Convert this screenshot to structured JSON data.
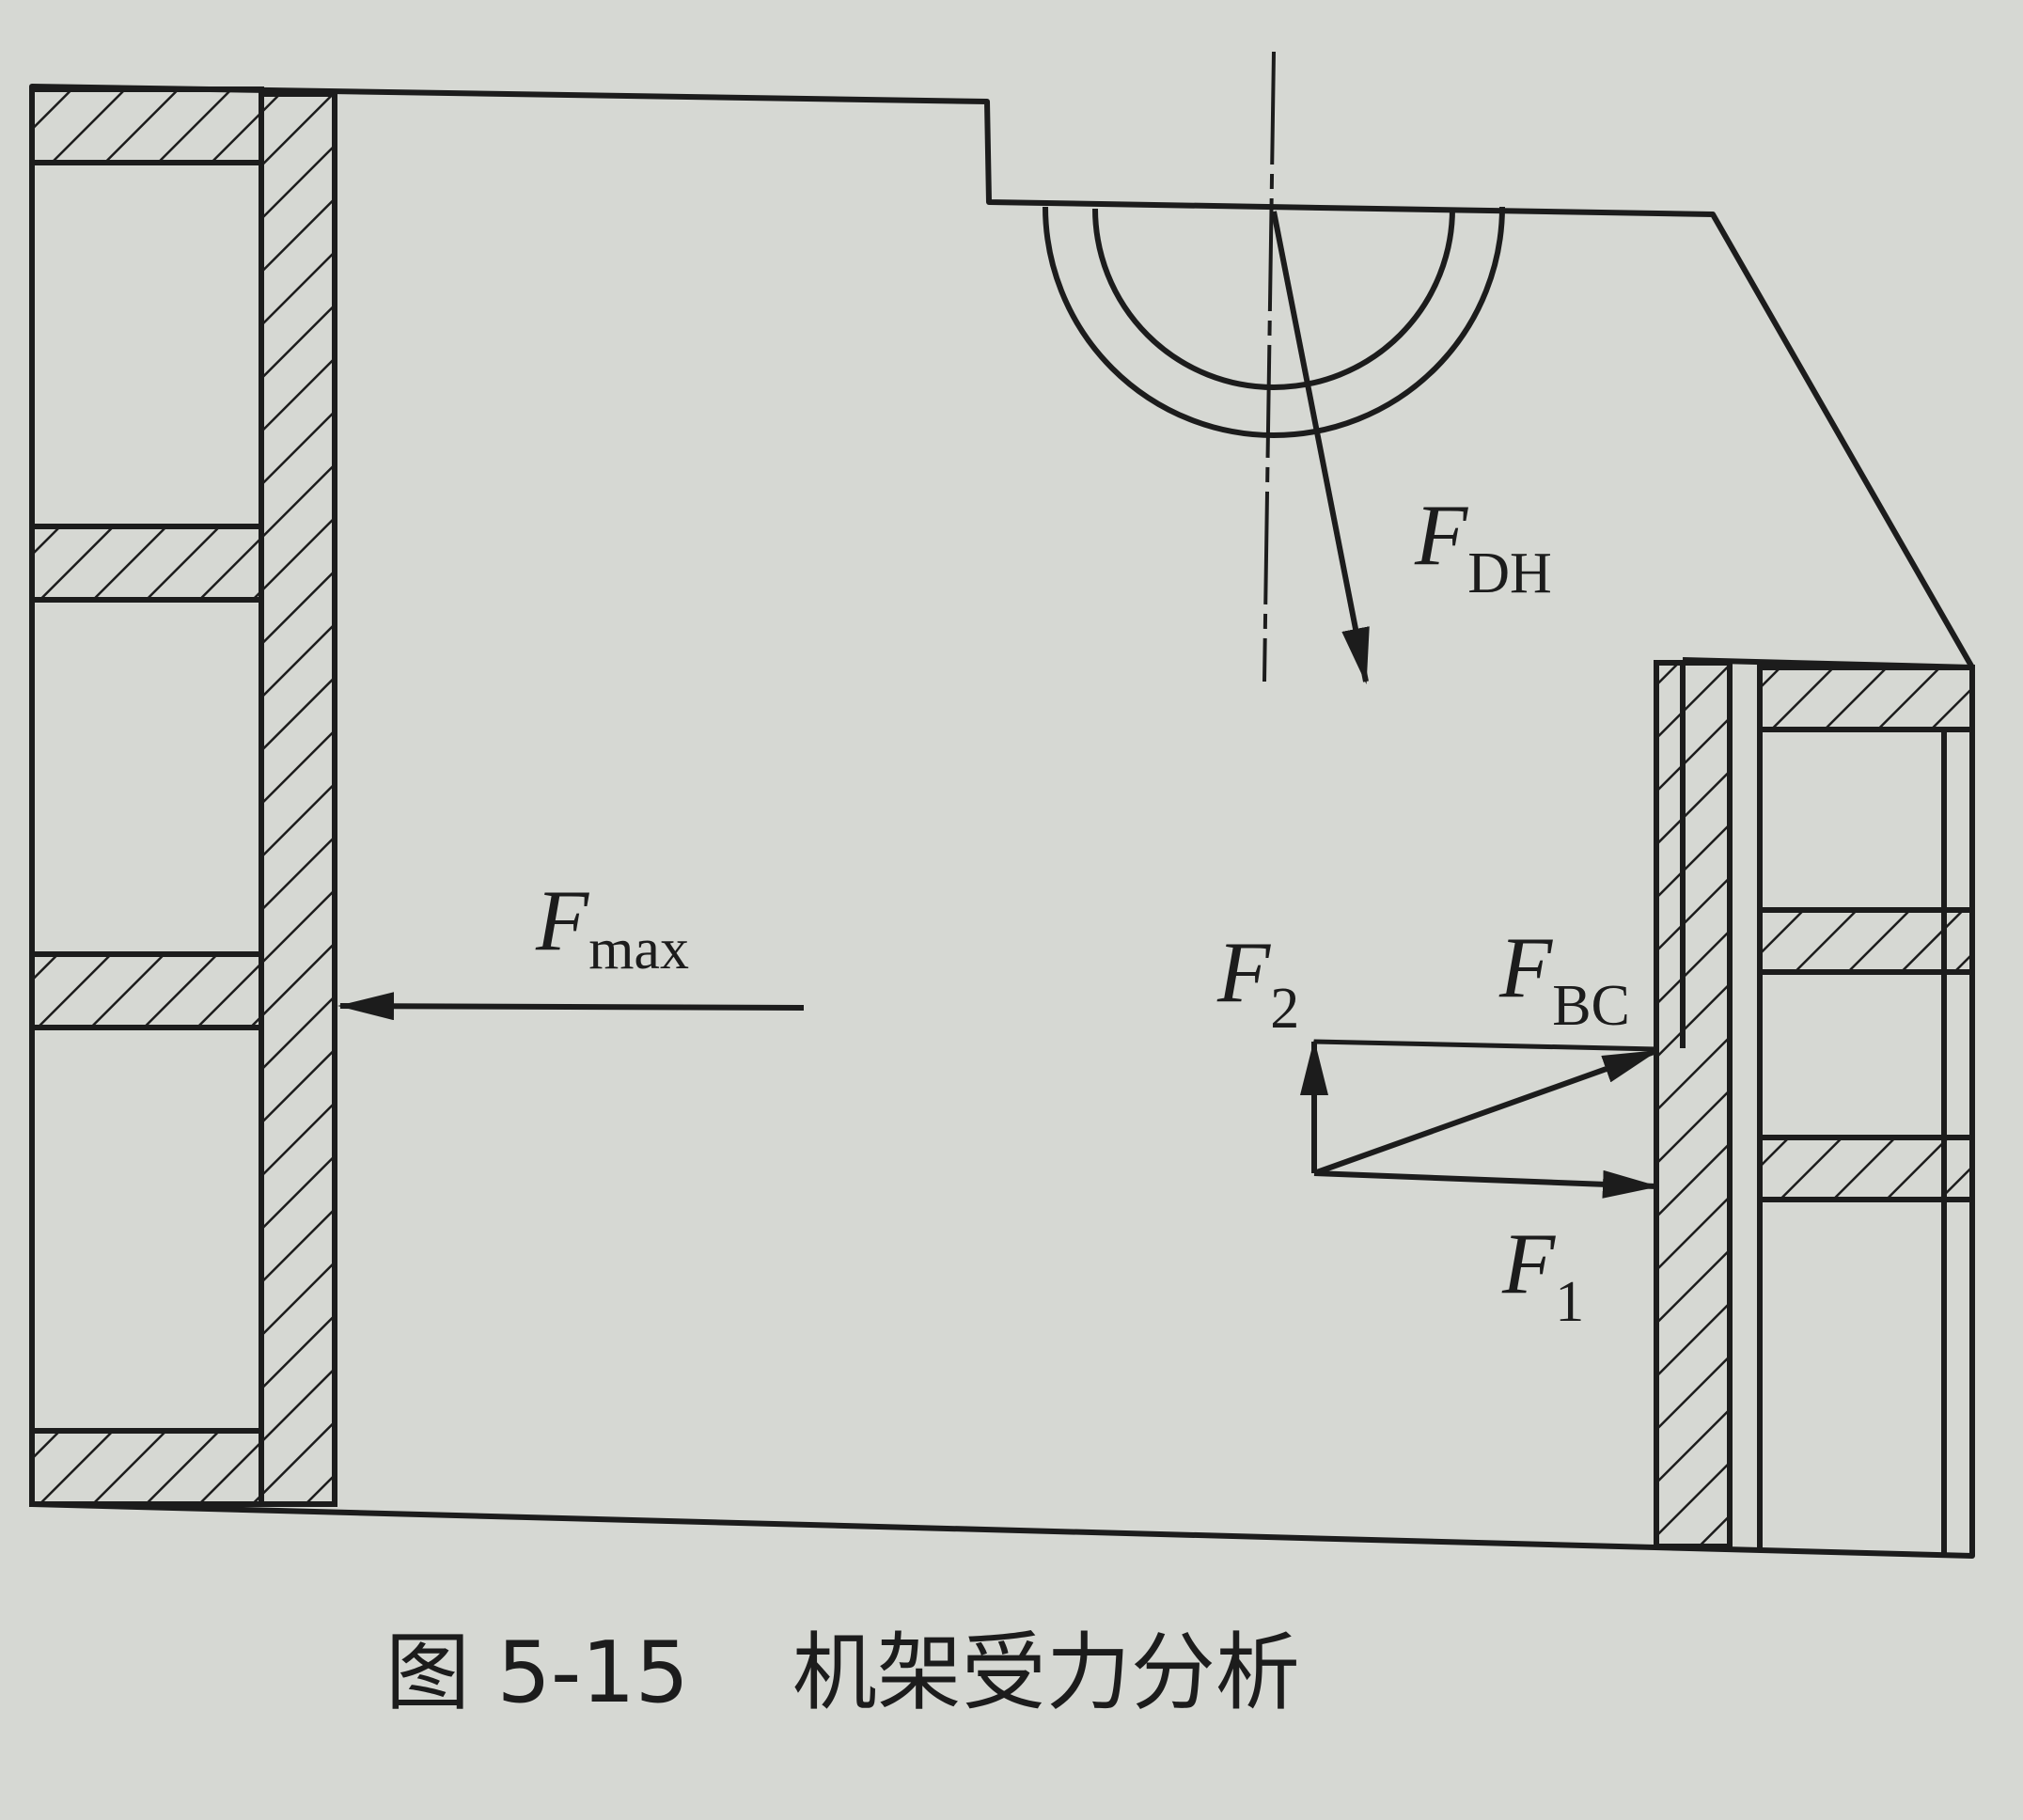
{
  "labels": {
    "f_dh": {
      "main": "F",
      "sub": "DH"
    },
    "f_max": {
      "main": "F",
      "sub": "max"
    },
    "f_2": {
      "main": "F",
      "sub": "2"
    },
    "f_bc": {
      "main": "F",
      "sub": "BC"
    },
    "f_1": {
      "main": "F",
      "sub": "1"
    }
  },
  "caption": {
    "figure_number": "图 5-15",
    "title": "机架受力分析"
  },
  "colors": {
    "background": "#d6d8d3",
    "ink": "#1c1c1c"
  }
}
